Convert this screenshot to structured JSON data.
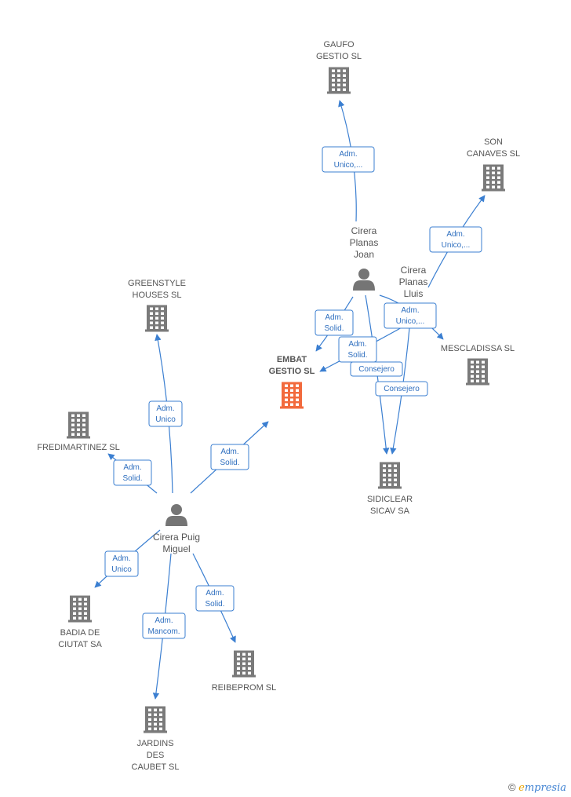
{
  "colors": {
    "edge": "#3b7fd1",
    "company": "#7a7a7a",
    "focus_company": "#f26a3d",
    "person": "#757575"
  },
  "companies": [
    {
      "id": "gaufo",
      "lines": [
        "GAUFO",
        "GESTIO  SL"
      ],
      "focus": false
    },
    {
      "id": "son-canaves",
      "lines": [
        "SON",
        "CANAVES  SL"
      ],
      "focus": false
    },
    {
      "id": "greenstyle",
      "lines": [
        "GREENSTYLE",
        "HOUSES  SL"
      ],
      "focus": false
    },
    {
      "id": "embat",
      "lines": [
        "EMBAT",
        "GESTIO  SL"
      ],
      "focus": true
    },
    {
      "id": "mescladissa",
      "lines": [
        "MESCLADISSA SL"
      ],
      "focus": false
    },
    {
      "id": "fredimartinez",
      "lines": [
        "FREDIMARTINEZ SL"
      ],
      "focus": false
    },
    {
      "id": "sidiclear",
      "lines": [
        "SIDICLEAR",
        "SICAV SA"
      ],
      "focus": false
    },
    {
      "id": "badia",
      "lines": [
        "BADIA DE",
        "CIUTAT SA"
      ],
      "focus": false
    },
    {
      "id": "reibeprom",
      "lines": [
        "REIBEPROM SL"
      ],
      "focus": false
    },
    {
      "id": "jardins",
      "lines": [
        "JARDINS",
        "DES",
        "CAUBET  SL"
      ],
      "focus": false
    }
  ],
  "persons": [
    {
      "id": "joan",
      "lines": [
        "Cirera",
        "Planas",
        "Joan"
      ]
    },
    {
      "id": "lluis",
      "lines": [
        "Cirera",
        "Planas",
        "Lluis"
      ]
    },
    {
      "id": "miguel",
      "lines": [
        "Cirera Puig",
        "Miguel"
      ]
    }
  ],
  "edges": [
    {
      "from": "joan",
      "to": "gaufo",
      "label": [
        "Adm.",
        "Unico,..."
      ]
    },
    {
      "from": "lluis",
      "to": "son-canaves",
      "label": [
        "Adm.",
        "Unico,..."
      ]
    },
    {
      "from": "joan",
      "to": "embat",
      "label": [
        "Adm.",
        "Solid."
      ]
    },
    {
      "from": "lluis",
      "to": "embat",
      "label": [
        "Adm.",
        "Solid."
      ]
    },
    {
      "from": "joan",
      "to": "mescladissa",
      "label": [
        "Adm.",
        "Unico,..."
      ]
    },
    {
      "from": "joan",
      "to": "sidiclear",
      "label": [
        "Consejero"
      ]
    },
    {
      "from": "lluis",
      "to": "sidiclear",
      "label": [
        "Consejero"
      ]
    },
    {
      "from": "miguel",
      "to": "greenstyle",
      "label": [
        "Adm.",
        "Unico"
      ]
    },
    {
      "from": "miguel",
      "to": "fredimartinez",
      "label": [
        "Adm.",
        "Solid."
      ]
    },
    {
      "from": "miguel",
      "to": "embat",
      "label": [
        "Adm.",
        "Solid."
      ]
    },
    {
      "from": "miguel",
      "to": "badia",
      "label": [
        "Adm.",
        "Unico"
      ]
    },
    {
      "from": "miguel",
      "to": "jardins",
      "label": [
        "Adm.",
        "Mancom."
      ]
    },
    {
      "from": "miguel",
      "to": "reibeprom",
      "label": [
        "Adm.",
        "Solid."
      ]
    }
  ],
  "footer": {
    "copyright_symbol": "©",
    "brand_initial": "e",
    "brand_rest": "mpresia"
  }
}
